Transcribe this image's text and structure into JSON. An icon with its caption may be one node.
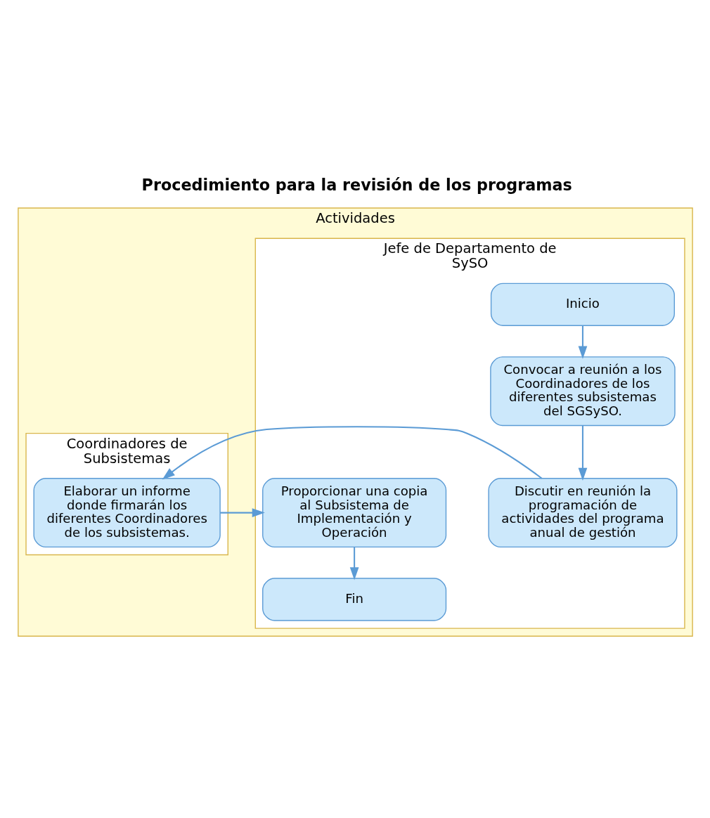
{
  "diagram": {
    "title": "Procedimiento para la revisión de los programas",
    "nodes": [
      {
        "text": [
          "Actividades"
        ]
      },
      {
        "text": [
          "Jefe de Departamento de SySO"
        ],
        "in": 0
      },
      {
        "text": [
          "Coordinadores de Subsistemas"
        ],
        "in": 0
      },
      {
        "text": [
          "Inicio"
        ],
        "in": 1
      },
      {
        "text": [
          "Convocar a reunión a los Coordinadores de los diferentes subsistemas del SGSySO."
        ],
        "in": 1
      },
      {
        "text": [
          "Discutir en reunión la programación de actividades del programa anual de gestión"
        ],
        "in": 1
      },
      {
        "text": [
          "Elaborar un informe donde firmarán los diferentes Coordinadores de los subsistemas."
        ],
        "in": 2
      },
      {
        "text": [
          "Proporcionar una copia al Subsistema de Implementación y Operación"
        ],
        "in": 1
      },
      {
        "text": [
          "Fin"
        ],
        "in": 1
      }
    ],
    "edges": [
      {
        "from": 3,
        "to": 4,
        "arrow": "to"
      },
      {
        "from": 4,
        "to": 5,
        "arrow": "to"
      },
      {
        "from": 5,
        "to": 6,
        "arrow": "to"
      },
      {
        "from": 6,
        "to": 7,
        "arrow": "to"
      },
      {
        "from": 7,
        "to": 8,
        "arrow": "to"
      }
    ]
  }
}
